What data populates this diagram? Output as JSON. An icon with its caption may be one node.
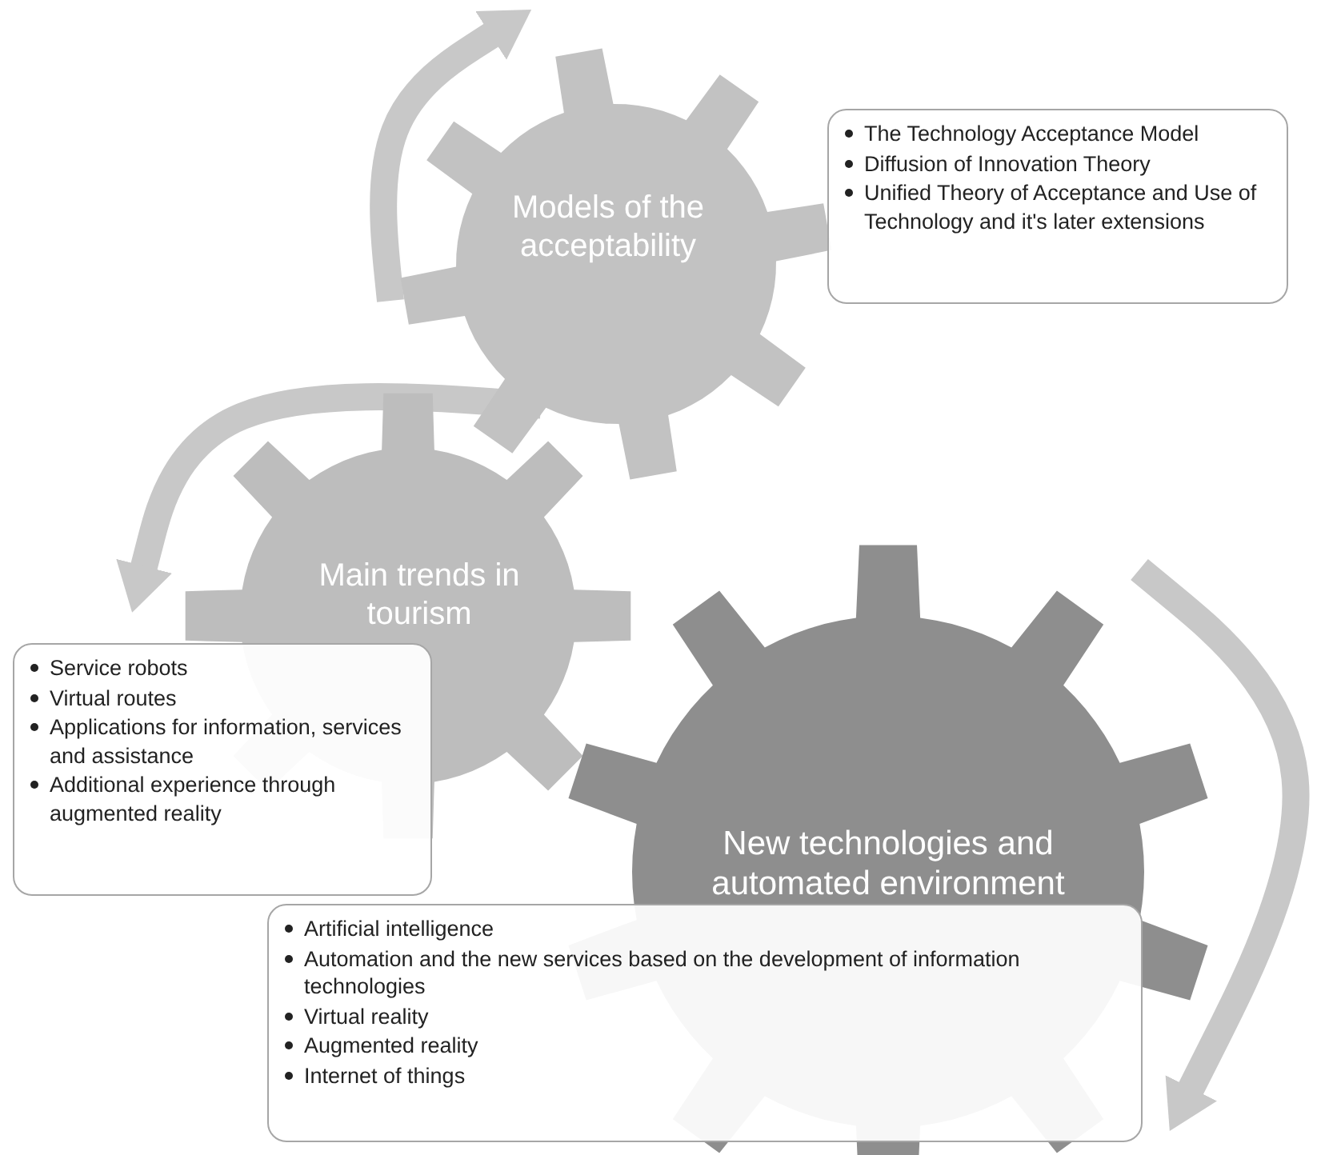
{
  "diagram": {
    "nodes": [
      {
        "text": [
          "Models of the acceptability"
        ]
      },
      {
        "text": [
          "The Technology Acceptance Model",
          "Diffusion of Innovation Theory",
          "Unified Theory of Acceptance and Use of Technology and it's later extensions"
        ]
      },
      {
        "text": [
          "Main trends in tourism"
        ]
      },
      {
        "text": [
          "Service robots",
          "Virtual routes",
          "Applications for information, services and assistance",
          "Additional experience through augmented reality"
        ]
      },
      {
        "text": [
          "New technologies and automated environment"
        ]
      },
      {
        "text": [
          "Artificial intelligence",
          "Automation and the new services based on the development of information technologies",
          "Virtual reality",
          "Augmented reality",
          "Internet of things"
        ]
      }
    ],
    "edges": [
      {
        "from": null,
        "to": 0,
        "arrow": "to"
      },
      {
        "from": 0,
        "to": 2,
        "arrow": "to"
      },
      {
        "from": null,
        "to": 4,
        "arrow": "to"
      }
    ]
  }
}
